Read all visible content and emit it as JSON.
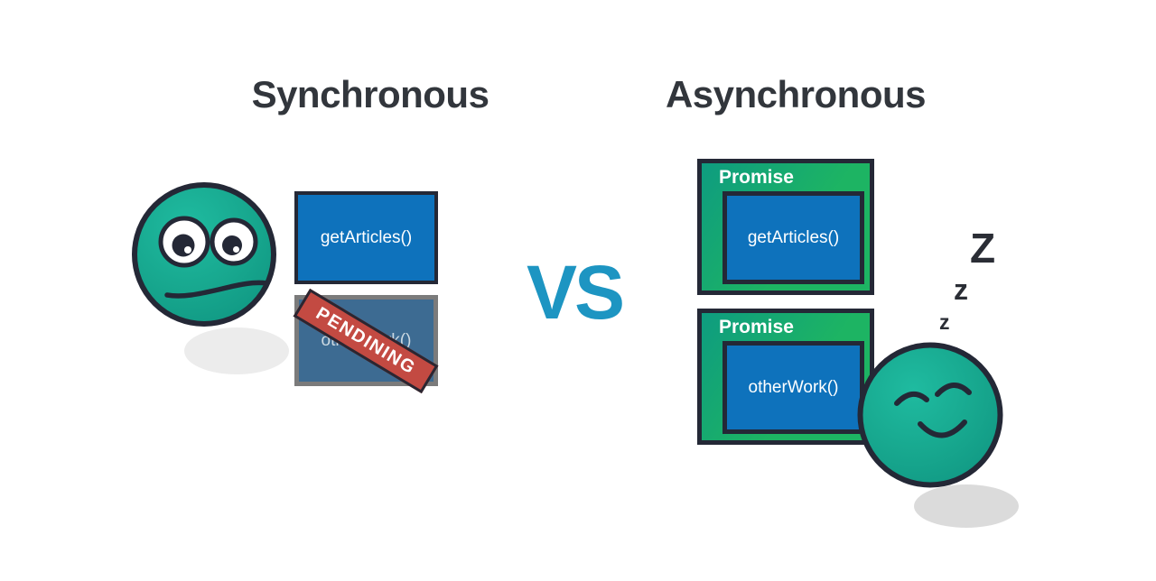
{
  "headings": {
    "synchronous": "Synchronous",
    "asynchronous": "Asynchronous",
    "versus": "VS"
  },
  "sync_panel": {
    "call_box": {
      "label": "getArticles()"
    },
    "pending_box": {
      "label": "otherWork()",
      "banner": "PENDINING"
    }
  },
  "async_panel": {
    "promises": [
      {
        "title": "Promise",
        "label": "getArticles()"
      },
      {
        "title": "Promise",
        "label": "otherWork()"
      }
    ],
    "sleep_z": [
      "Z",
      "z",
      "z"
    ]
  },
  "illustrations": {
    "left_face": "worried-face",
    "right_face": "sleeping-face"
  },
  "colors": {
    "background": "#ffffff",
    "heading_text": "#32363c",
    "versus_blue": "#1d95c2",
    "outline": "#242836",
    "face_teal": "#17a78e",
    "face_teal_light": "#1fbba0",
    "face_teal_dark": "#0f9581",
    "promise_green": "#1db463",
    "promise_green_teal": "#0e9c80",
    "call_blue": "#0e72bc",
    "pending_blue": "#3d6b92",
    "pending_border": "#7b7b7b",
    "pending_text": "#ccd9e2",
    "banner_red": "#c34a42",
    "banner_border": "#2b2631",
    "z_color": "#2a2d35",
    "shadow_left": "#ececec",
    "shadow_right": "#dbdbdb"
  }
}
